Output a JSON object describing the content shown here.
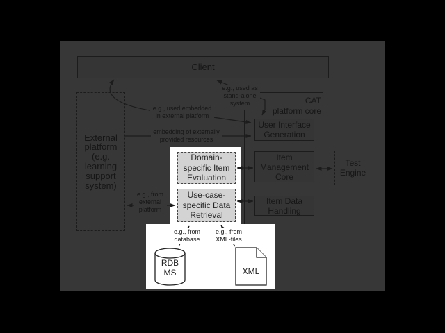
{
  "diagram": {
    "client": "Client",
    "external_platform": "External\nplatform\n(e.g.\nlearning\nsupport\nsystem)",
    "cat_core_label": "CAT\nplatform core",
    "user_interface_generation": "User Interface\nGeneration",
    "item_management_core": "Item\nManagement\nCore",
    "item_data_handling": "Item Data\nHandling",
    "test_engine": "Test\nEngine",
    "domain_item_evaluation": "Domain-\nspecific Item\nEvaluation",
    "usecase_data_retrieval": "Use-case-\nspecific Data\nRetrieval",
    "rdbms": "RDB\nMS",
    "xml": "XML",
    "labels": {
      "standalone": "e.g., used as\nstand-alone\nsystem",
      "embedded": "e.g., used embedded\nin external platform",
      "embedding_resources": "embedding of externally\nprovided resources",
      "from_external": "e.g., from\nexternal\nplatform",
      "from_database": "e.g., from\ndatabase",
      "from_xml": "e.g., from\nXML-files"
    },
    "colors": {
      "backdrop": "#000000",
      "slide_background": "#373737",
      "line": "#1c1c1c",
      "highlight_panel": "#ffffff",
      "highlight_box_fill": "#d3d3d3"
    }
  }
}
